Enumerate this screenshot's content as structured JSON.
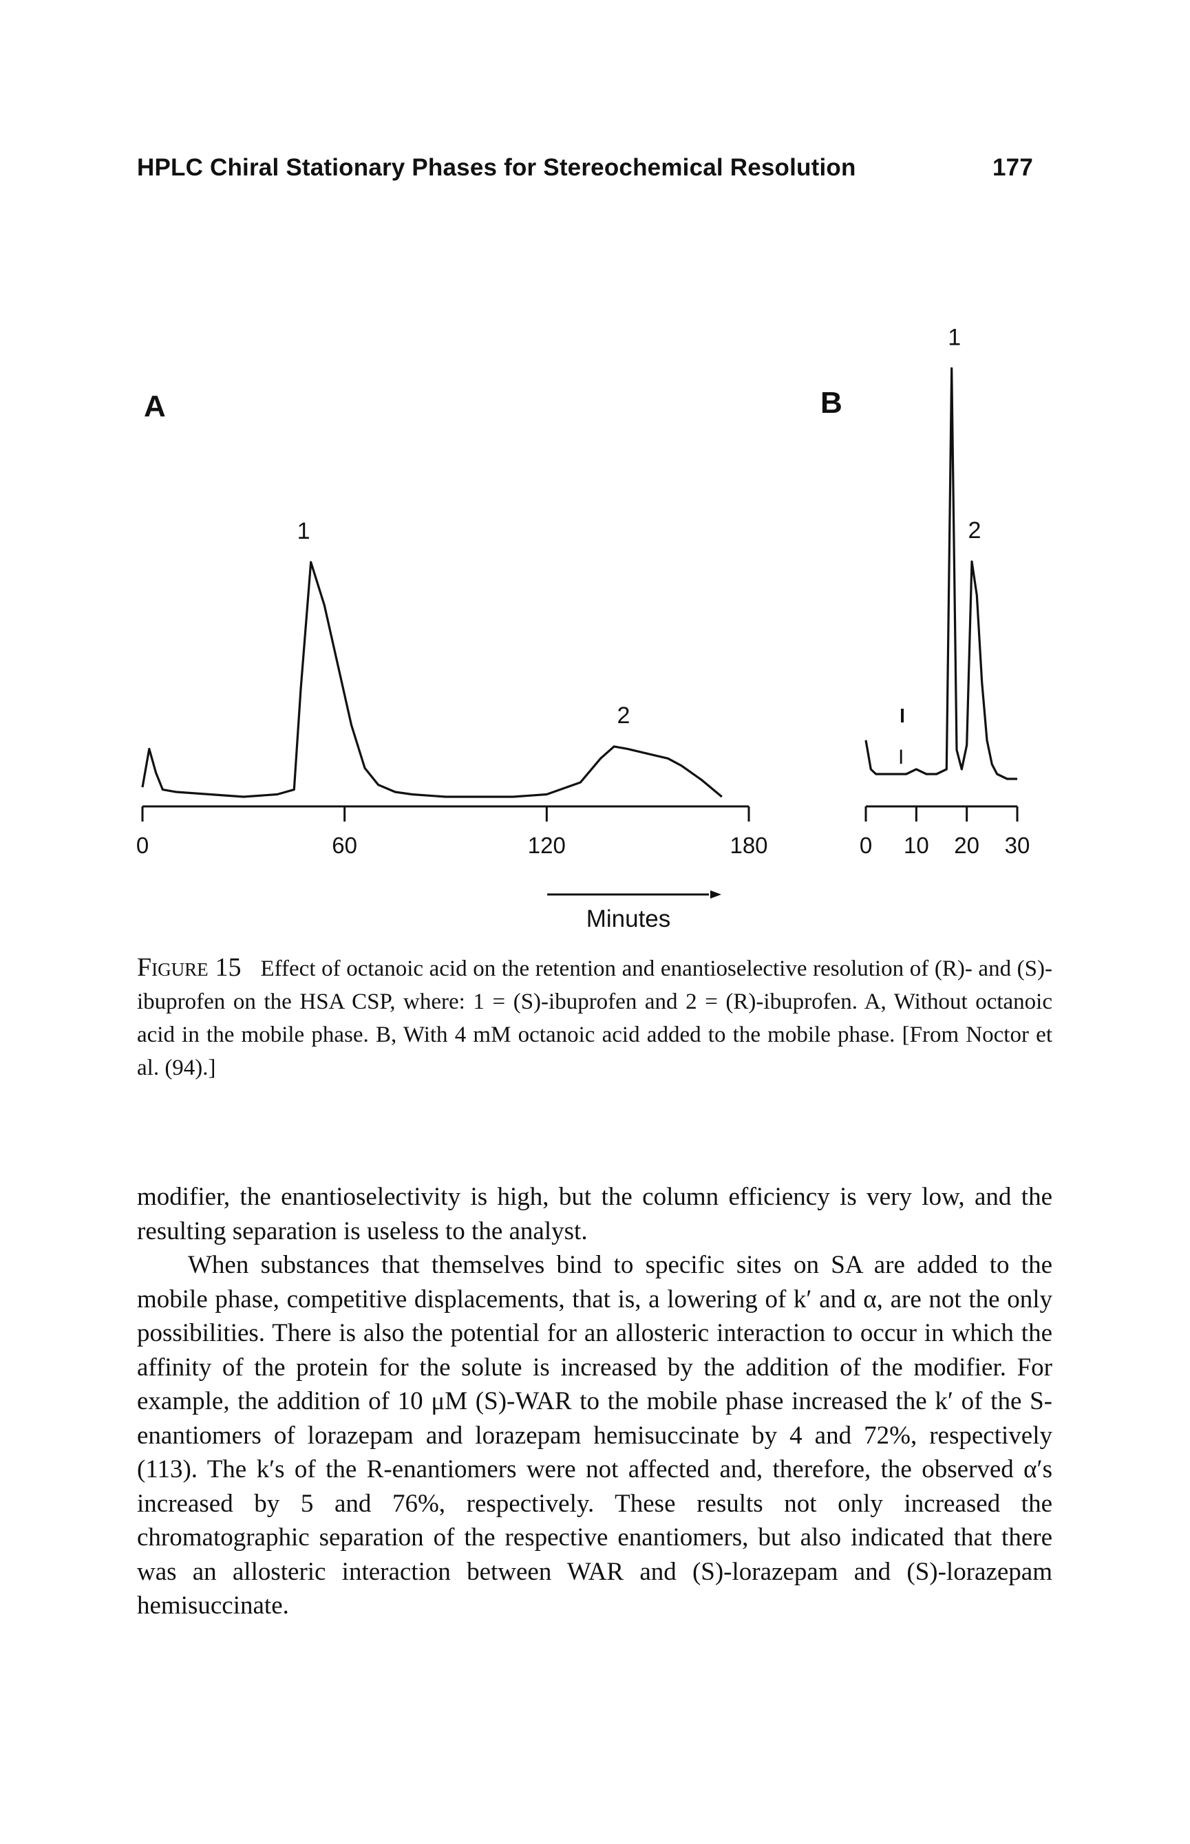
{
  "header": {
    "running_title": "HPLC Chiral Stationary Phases for Stereochemical Resolution",
    "page_number": "177"
  },
  "chart_data": [
    {
      "type": "line",
      "panel_label": "A",
      "xlabel": "Minutes",
      "xlim": [
        0,
        180
      ],
      "x_ticks": [
        "0",
        "60",
        "120",
        "180"
      ],
      "series": [
        {
          "x": [
            0,
            2,
            4,
            6,
            10,
            20,
            30,
            40,
            45,
            47,
            50,
            54,
            58,
            62,
            66,
            70,
            75,
            80,
            90,
            100,
            110,
            120,
            130,
            136,
            140,
            144,
            150,
            156,
            160,
            166,
            172
          ],
          "y": [
            0.04,
            0.2,
            0.1,
            0.03,
            0.02,
            0.01,
            0.0,
            0.01,
            0.03,
            0.45,
            0.98,
            0.8,
            0.55,
            0.3,
            0.12,
            0.05,
            0.02,
            0.01,
            0.0,
            0.0,
            0.0,
            0.01,
            0.06,
            0.16,
            0.21,
            0.2,
            0.18,
            0.16,
            0.13,
            0.07,
            0.0
          ]
        }
      ],
      "peak_labels": [
        {
          "label": "1",
          "x": 47
        },
        {
          "label": "2",
          "x": 142
        }
      ]
    },
    {
      "type": "line",
      "panel_label": "B",
      "xlim": [
        0,
        30
      ],
      "x_ticks": [
        "0",
        "10",
        "20",
        "30"
      ],
      "series": [
        {
          "x": [
            0,
            1,
            2,
            4,
            6,
            8,
            10,
            12,
            14,
            16,
            17,
            18,
            19,
            20,
            21,
            22,
            23,
            24,
            25,
            26,
            28,
            30
          ],
          "y": [
            0.08,
            0.02,
            0.01,
            0.01,
            0.01,
            0.01,
            0.02,
            0.01,
            0.01,
            0.02,
            0.85,
            0.06,
            0.02,
            0.07,
            0.45,
            0.38,
            0.2,
            0.08,
            0.03,
            0.01,
            0.0,
            0.0
          ]
        }
      ],
      "peak_labels": [
        {
          "label": "1",
          "x": 17
        },
        {
          "label": "2",
          "x": 21
        }
      ],
      "injection_mark": "I"
    }
  ],
  "caption": {
    "figure_label": "Figure 15",
    "text": "Effect of octanoic acid on the retention and enantioselective resolution of (R)- and (S)-ibuprofen on the HSA CSP, where: 1 = (S)-ibuprofen and 2 = (R)-ibuprofen. A, Without octanoic acid in the mobile phase. B, With 4 mM octanoic acid added to the mobile phase. [From Noctor et al. (94).]"
  },
  "body": {
    "paragraphs": [
      "modifier, the enantioselectivity is high, but the column efficiency is very low, and the resulting separation is useless to the analyst.",
      "When substances that themselves bind to specific sites on SA are added to the mobile phase, competitive displacements, that is, a lowering of k′ and α, are not the only possibilities. There is also the potential for an allosteric interaction to occur in which the affinity of the protein for the solute is increased by the addition of the modifier. For example, the addition of 10 μM (S)-WAR to the mobile phase increased the k′ of the S-enantiomers of lorazepam and lorazepam hemisuccinate by 4 and 72%, respectively (113). The k′s of the R-enantiomers were not affected and, therefore, the observed α′s increased by 5 and 76%, respectively. These results not only increased the chromatographic separation of the respective enantiomers, but also indicated that there was an allosteric interaction between WAR and (S)-lorazepam and (S)-lorazepam hemisuccinate."
    ]
  }
}
